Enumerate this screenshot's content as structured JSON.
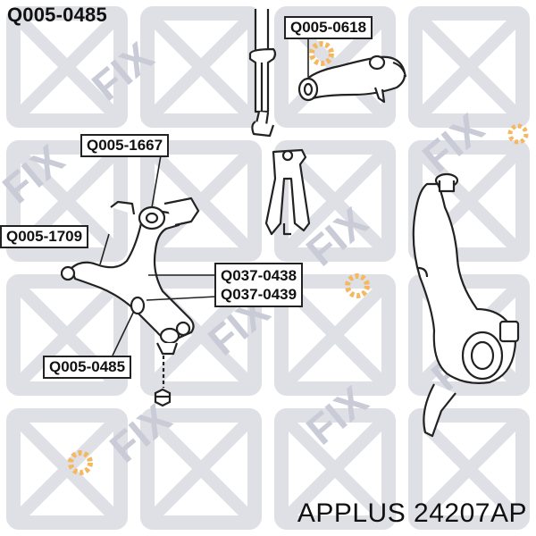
{
  "header": {
    "part_number": "Q005-0485"
  },
  "labels": {
    "upper_arm": "Q005-0618",
    "bushing_top": "Q005-1667",
    "ball_joint_end": "Q005-1709",
    "bushing_pair_a": "Q037-0438",
    "bushing_pair_b": "Q037-0439",
    "lower_arm": "Q005-0485"
  },
  "footer": {
    "brand_part": "APPLUS 24207AP"
  },
  "colors": {
    "line": "#222222",
    "watermark_gray": "#c9cbd6",
    "watermark_orange": "#f4b860"
  },
  "icons": [
    "ukr-fix-watermark-logo",
    "gear-watermark-icon"
  ]
}
